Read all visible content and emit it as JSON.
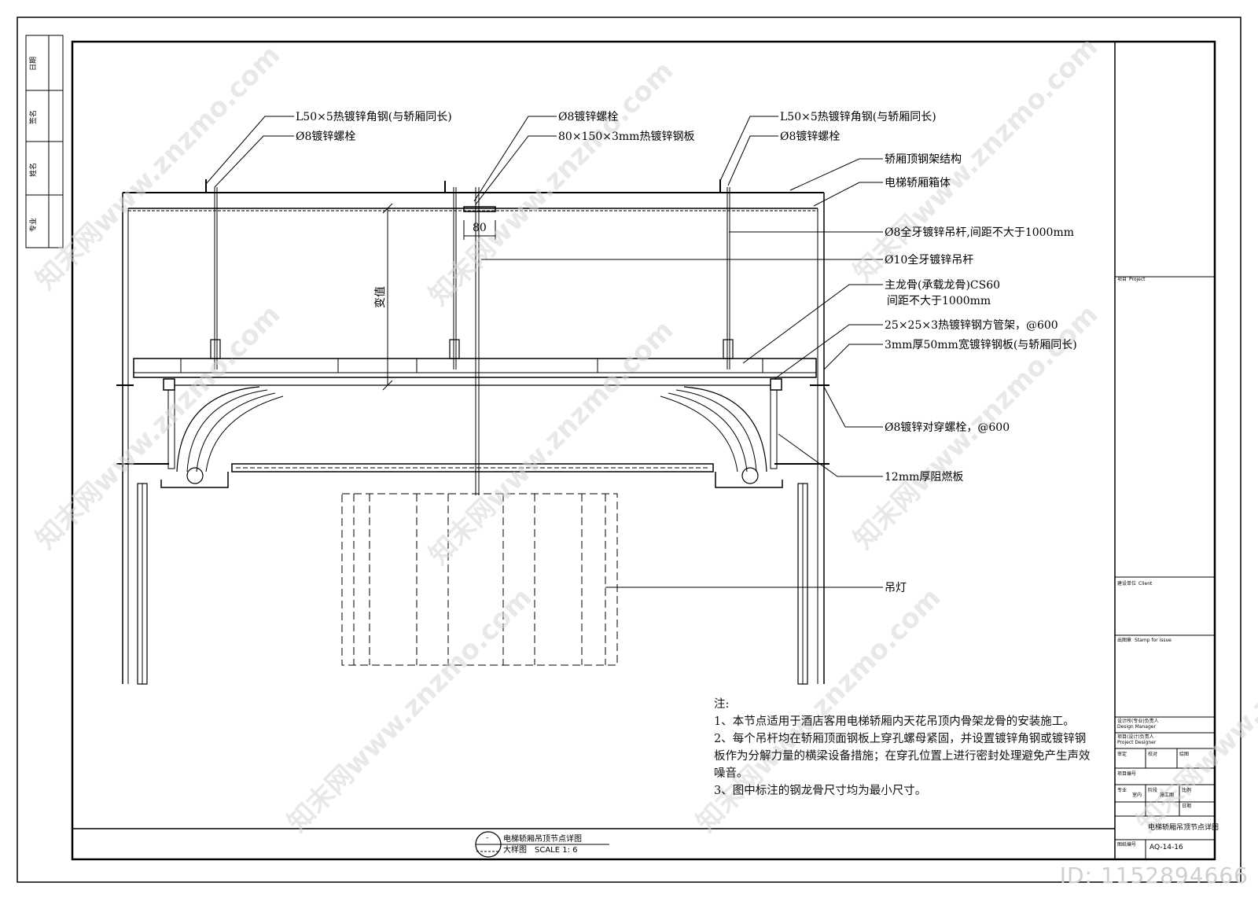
{
  "callouts": {
    "angle_left": "L50×5热镀锌角钢(与轿厢同长)",
    "bolt_left": "Ø8镀锌螺栓",
    "bolt_center": "Ø8镀锌螺栓",
    "plate_center": "80×150×3mm热镀锌钢板",
    "angle_right": "L50×5热镀锌角钢(与轿厢同长)",
    "bolt_right": "Ø8镀锌螺栓",
    "roof_frame": "轿厢顶钢架结构",
    "car_body": "电梯轿厢箱体",
    "rod_8": "Ø8全牙镀锌吊杆,间距不大于1000mm",
    "rod_10": "Ø10全牙镀锌吊杆",
    "main_keel_1": "主龙骨(承载龙骨)CS60",
    "main_keel_2": "间距不大于1000mm",
    "square_tube": "25×25×3热镀锌钢方管架，@600",
    "steel_strip": "3mm厚50mm宽镀锌钢板(与轿厢同长)",
    "through_bolt": "Ø8镀锌对穿螺栓，@600",
    "fire_board": "12mm厚阻燃板",
    "pendant": "吊灯",
    "dim_80": "80",
    "dim_var": "变值"
  },
  "notes": {
    "heading": "注:",
    "items": [
      "1、本节点适用于酒店客用电梯轿厢内天花吊顶内骨架龙骨的安装施工。",
      "2、每个吊杆均在轿厢顶面钢板上穿孔螺母紧固，并设置镀锌角钢或镀锌钢板作为分解力量的横梁设备措施；在穿孔位置上进行密封处理避免产生声效噪音。",
      "3、图中标注的钢龙骨尺寸均为最小尺寸。"
    ]
  },
  "title_block": {
    "drawing_title": "电梯轿厢吊顶节点详图",
    "sub_title": "大样图",
    "scale": "SCALE  1: 6",
    "circle_top": "-",
    "project_label": "项目",
    "project_en": "Project",
    "client_label": "建设单位",
    "client_en": "Client",
    "stamp_label": "出图章",
    "stamp_en": "Stamp for issue",
    "manager_label": "设计所(专业)负责人",
    "manager_en": "Design Manager",
    "designer_label": "项目(设计)负责人",
    "designer_en": "Project Designer",
    "approved_label": "审定",
    "checked_label": "校对",
    "drawn_label": "绘图",
    "project_no_label": "项目编号",
    "discipline_label": "专业",
    "discipline_value": "室内",
    "stage_label": "阶段",
    "stage_value": "施工图",
    "scale_label": "比例",
    "date_label": "日期",
    "sheet_title_small": "电梯轿厢吊顶节点详图",
    "drawing_no_label": "图纸编号",
    "drawing_no": "AQ-14-16",
    "left_strip": [
      "日期",
      "签名",
      "姓名",
      "专业"
    ]
  },
  "watermark": {
    "text": "www.znzmo.com",
    "brand": "知末网",
    "id_text": "ID: 1152894666"
  }
}
